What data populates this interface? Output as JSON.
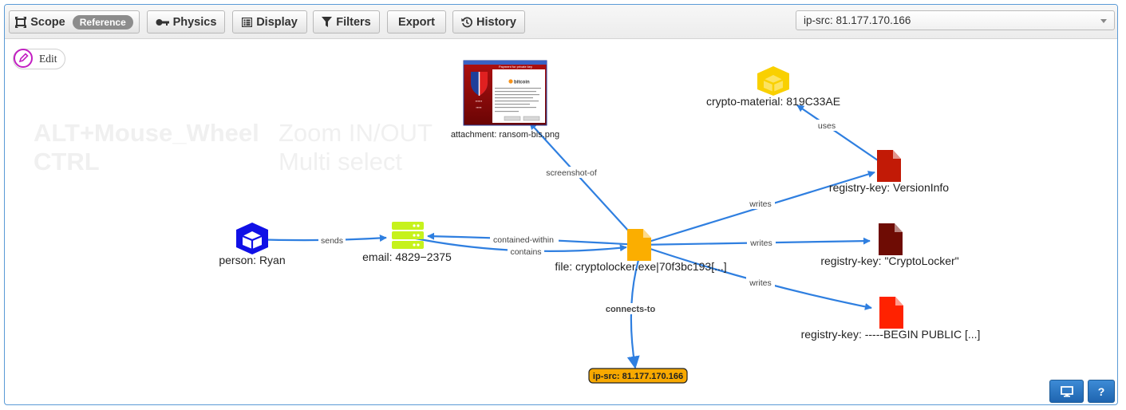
{
  "toolbar": {
    "scope_label": "Scope",
    "scope_badge": "Reference",
    "physics_label": "Physics",
    "display_label": "Display",
    "filters_label": "Filters",
    "export_label": "Export",
    "history_label": "History"
  },
  "search": {
    "value": "ip-src: 81.177.170.166"
  },
  "edit_label": "Edit",
  "hints": {
    "keys": [
      "ALT+Mouse_Wheel",
      "CTRL"
    ],
    "actions": [
      "Zoom IN/OUT",
      "Multi select"
    ]
  },
  "nodes": {
    "attachment": "attachment: ransom-bis.png",
    "crypto_material": "crypto-material: 819C33AE",
    "registry_versioninfo": "registry-key: VersionInfo",
    "person": "person: Ryan",
    "email": "email: 4829−2375",
    "file": "file: cryptolocker.exe|70f3bc193[...]",
    "registry_cryptolocker": "registry-key: \"CryptoLocker\"",
    "registry_public": "registry-key: -----BEGIN PUBLIC [...]",
    "ip": "ip-src: 81.177.170.166"
  },
  "edges": {
    "screenshot_of": "screenshot-of",
    "uses": "uses",
    "writes_1": "writes",
    "writes_2": "writes",
    "writes_3": "writes",
    "sends": "sends",
    "contained_within": "contained-within",
    "contains": "contains",
    "connects_to": "connects-to"
  },
  "ransom_thumbnail": {
    "title": "Payment for private key",
    "brand": "bitcoin"
  },
  "colors": {
    "edge": "#2f7fe0",
    "person": "#1010e6",
    "email": "#c6f21c",
    "file": "#fbae00",
    "crypto": "#f9d000",
    "reg_versioninfo": "#c21a06",
    "reg_cryptolocker": "#6e0c04",
    "reg_public": "#ff2200",
    "ip_fill": "#f8a900",
    "corner_button": "#2b79c6"
  },
  "corner": {
    "help_label": "?"
  }
}
